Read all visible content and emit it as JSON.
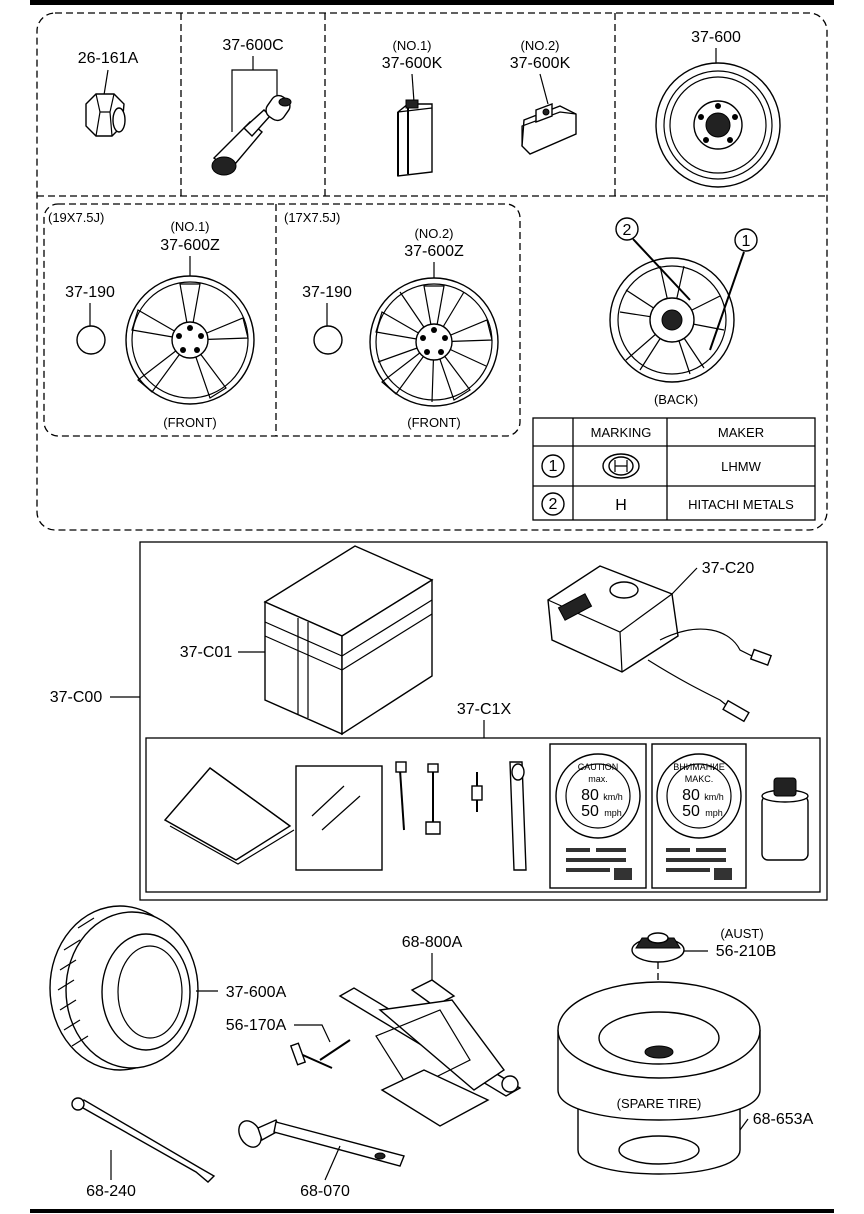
{
  "parts": {
    "p26_161a": "26-161A",
    "p37_600c": "37-600C",
    "p37_600k_no1_tag": "(NO.1)",
    "p37_600k_no1": "37-600K",
    "p37_600k_no2_tag": "(NO.2)",
    "p37_600k_no2": "37-600K",
    "p37_600": "37-600",
    "wheel19_size": "(19X7.5J)",
    "wheel19_tag": "(NO.1)",
    "wheel19_part": "37-600Z",
    "wheel19_cap": "37-190",
    "wheel19_view": "(FRONT)",
    "wheel17_size": "(17X7.5J)",
    "wheel17_tag": "(NO.2)",
    "wheel17_part": "37-600Z",
    "wheel17_cap": "37-190",
    "wheel17_view": "(FRONT)",
    "back_view": "(BACK)",
    "back_callout_1": "1",
    "back_callout_2": "2",
    "p37_c00": "37-C00",
    "p37_c01": "37-C01",
    "p37_c20": "37-C20",
    "p37_c1x": "37-C1X",
    "p37_600a": "37-600A",
    "p68_800a": "68-800A",
    "p56_170a": "56-170A",
    "p56_210b_tag": "(AUST)",
    "p56_210b": "56-210B",
    "spare_tire": "(SPARE TIRE)",
    "p68_653a": "68-653A",
    "p68_240": "68-240",
    "p68_070": "68-070"
  },
  "maker_table": {
    "headers": [
      "",
      "MARKING",
      "MAKER"
    ],
    "rows": [
      {
        "no": "1",
        "marking": "",
        "maker": "LHMW"
      },
      {
        "no": "2",
        "marking": "H",
        "maker": "HITACHI METALS"
      }
    ]
  },
  "decals": {
    "caution_title": "CAUTION",
    "caution_max": "max.",
    "caution_speed_kmh": "80",
    "caution_unit_kmh": "km/h",
    "caution_speed_mph": "50",
    "caution_unit_mph": "mph",
    "ru_title": "ВНИМАНИЕ",
    "ru_max": "MAKC.",
    "ru_speed_kmh": "80",
    "ru_unit_kmh": "km/h",
    "ru_speed_mph": "50",
    "ru_unit_mph": "mph"
  }
}
